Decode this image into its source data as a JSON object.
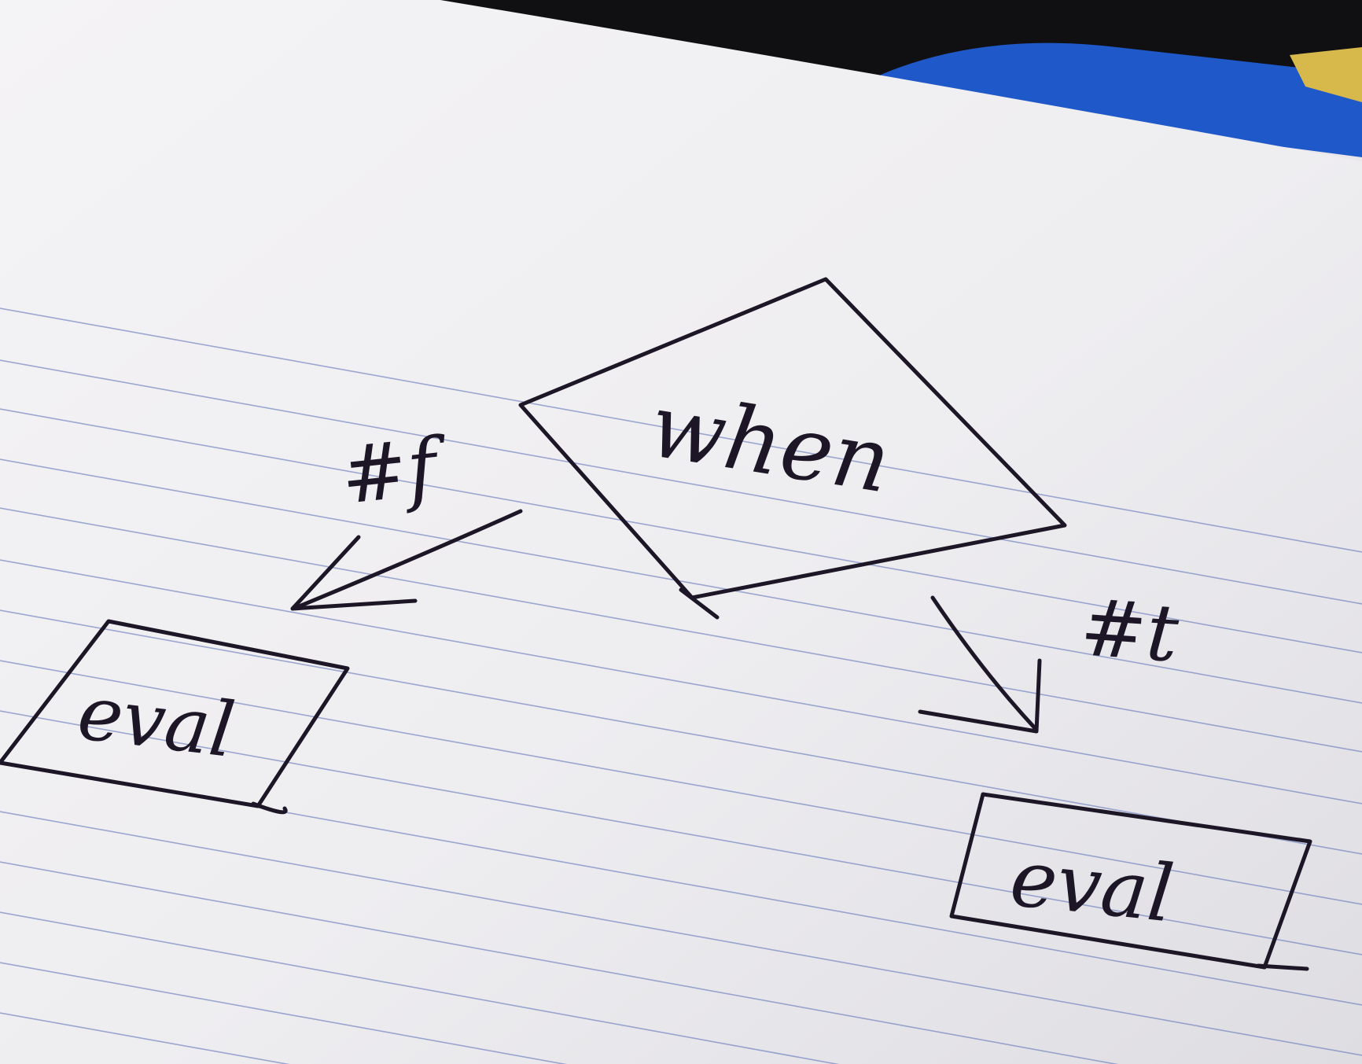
{
  "diagram": {
    "decision": {
      "label": "when"
    },
    "branches": [
      {
        "label": "#f",
        "target": "eval"
      },
      {
        "label": "#t",
        "target": "eval"
      }
    ]
  },
  "colors": {
    "paper": "#f1f0f3",
    "ink": "#1d1626",
    "rule_lines": "#6d7fbd",
    "background_dark": "#0f0f12",
    "background_blue": "#1d56c9"
  }
}
